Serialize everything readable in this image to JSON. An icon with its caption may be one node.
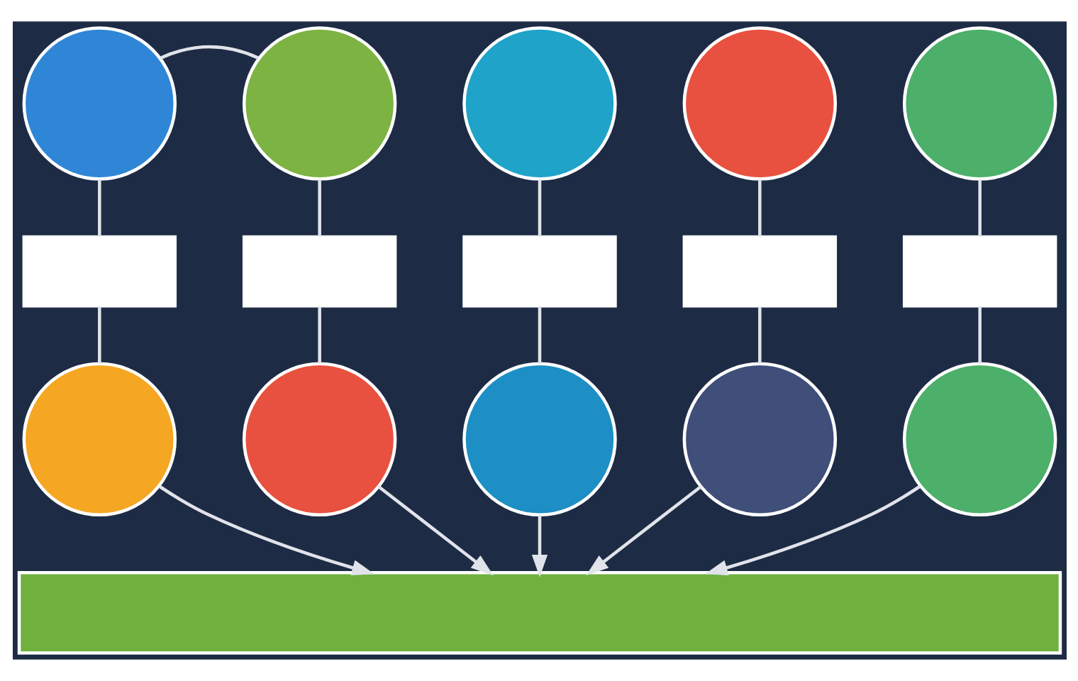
{
  "diagram": {
    "nodes": [
      {
        "text": [],
        "shape": "circle"
      },
      {
        "text": [],
        "shape": "circle"
      },
      {
        "text": [],
        "shape": "circle"
      },
      {
        "text": [],
        "shape": "circle"
      },
      {
        "text": [],
        "shape": "circle"
      },
      {
        "text": [],
        "shape": "box"
      },
      {
        "text": [],
        "shape": "box"
      },
      {
        "text": [],
        "shape": "box"
      },
      {
        "text": [],
        "shape": "box"
      },
      {
        "text": [],
        "shape": "box"
      },
      {
        "text": [],
        "shape": "circle"
      },
      {
        "text": [],
        "shape": "circle"
      },
      {
        "text": [],
        "shape": "circle"
      },
      {
        "text": [],
        "shape": "circle"
      },
      {
        "text": [],
        "shape": "circle"
      },
      {
        "text": [],
        "shape": "bar"
      }
    ],
    "edges": [
      {
        "from": 0,
        "to": 1,
        "arrow": "none"
      },
      {
        "from": 0,
        "to": 5,
        "arrow": "none"
      },
      {
        "from": 1,
        "to": 6,
        "arrow": "none"
      },
      {
        "from": 2,
        "to": 7,
        "arrow": "none"
      },
      {
        "from": 3,
        "to": 8,
        "arrow": "none"
      },
      {
        "from": 4,
        "to": 9,
        "arrow": "none"
      },
      {
        "from": 5,
        "to": 10,
        "arrow": "none"
      },
      {
        "from": 6,
        "to": 11,
        "arrow": "none"
      },
      {
        "from": 7,
        "to": 12,
        "arrow": "none"
      },
      {
        "from": 8,
        "to": 13,
        "arrow": "none"
      },
      {
        "from": 9,
        "to": 14,
        "arrow": "none"
      },
      {
        "from": 10,
        "to": 15,
        "arrow": "to"
      },
      {
        "from": 11,
        "to": 15,
        "arrow": "to"
      },
      {
        "from": 12,
        "to": 15,
        "arrow": "to"
      },
      {
        "from": 13,
        "to": 15,
        "arrow": "to"
      },
      {
        "from": 14,
        "to": 15,
        "arrow": "to"
      }
    ]
  }
}
